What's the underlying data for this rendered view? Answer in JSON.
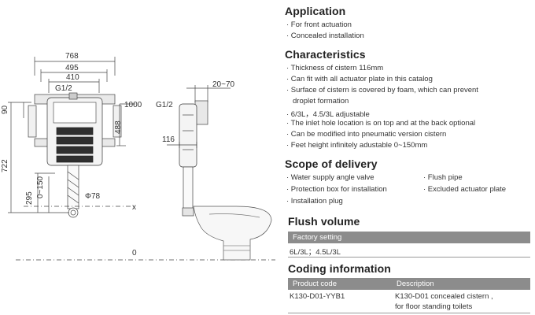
{
  "drawing": {
    "front_dims": {
      "w768": "768",
      "w495": "495",
      "w410": "410",
      "g12": "G1/2",
      "d90": "90",
      "d488": "488",
      "d1000": "1000",
      "d722": "722",
      "d295": "295",
      "d0_150": "0~150",
      "phi78": "Φ78",
      "x": "x"
    },
    "side_dims": {
      "d20_70": "20~70",
      "g12": "G1/2",
      "d116": "116",
      "zero": "0"
    }
  },
  "application": {
    "title": "Application",
    "items": [
      "· For front actuation",
      "· Concealed installation"
    ]
  },
  "characteristics": {
    "title": "Characteristics",
    "items": [
      "· Thickness of cistern 116mm",
      "· Can fit with all actuator plate in this catalog",
      "· Surface of cistern is covered by foam, which can prevent",
      "  droplet formation",
      "· 6/3L，4.5/3L adjustable",
      "· The inlet hole location is on top and at the back optional",
      "· Can be modified into pneumatic version cistern",
      "· Feet height infinitely adustable 0~150mm"
    ]
  },
  "delivery": {
    "title": "Scope of delivery",
    "left": [
      "· Water supply angle valve",
      "· Protection box for installation",
      "· Installation plug"
    ],
    "right": [
      "· Flush pipe",
      "· Excluded actuator plate"
    ]
  },
  "flush": {
    "title": "Flush volume",
    "header": "Factory setting",
    "value": "6L/3L；4.5L/3L"
  },
  "coding": {
    "title": "Coding information",
    "header_code": "Product code",
    "header_desc": "Description",
    "code": "K130-D01-YYB1",
    "desc_line1": "K130-D01 concealed cistern ,",
    "desc_line2": "for floor standing toilets"
  }
}
